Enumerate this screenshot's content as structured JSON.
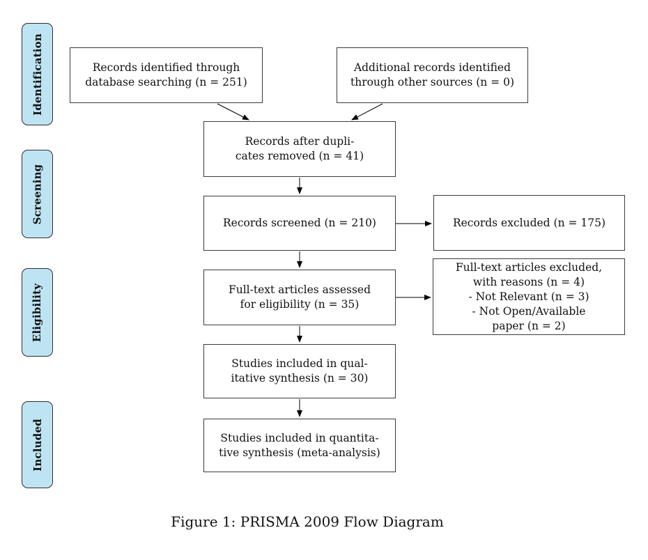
{
  "caption": "Figure 1: PRISMA 2009 Flow Diagram",
  "colors": {
    "stage_fill": "#bee4f3",
    "stage_border": "#2d2d2d",
    "box_border": "#3a3a3a",
    "box_fill": "#ffffff",
    "arrow": "#000000"
  },
  "stages": [
    {
      "label": "Identification"
    },
    {
      "label": "Screening"
    },
    {
      "label": "Eligibility"
    },
    {
      "label": "Included"
    }
  ],
  "boxes": {
    "records_identified": {
      "text": "Records identified through\ndatabase searching (n = 251)"
    },
    "additional_records": {
      "text": "Additional records identified\nthrough other sources (n = 0)"
    },
    "duplicates_removed": {
      "text": "Records after dupli-\ncates removed (n = 41)"
    },
    "records_screened": {
      "text": "Records screened (n = 210)"
    },
    "records_excluded": {
      "text": "Records excluded (n = 175)"
    },
    "fulltext_assessed": {
      "text": "Full-text articles assessed\nfor eligibility (n = 35)"
    },
    "fulltext_excluded": {
      "text": "Full-text articles excluded,\nwith reasons (n = 4)\n- Not Relevant (n = 3)\n- Not Open/Available\npaper (n = 2)"
    },
    "qualitative_synthesis": {
      "text": "Studies included in qual-\nitative synthesis (n = 30)"
    },
    "quantitative_synthesis": {
      "text": "Studies included in quantita-\ntive synthesis (meta-analysis)"
    }
  }
}
